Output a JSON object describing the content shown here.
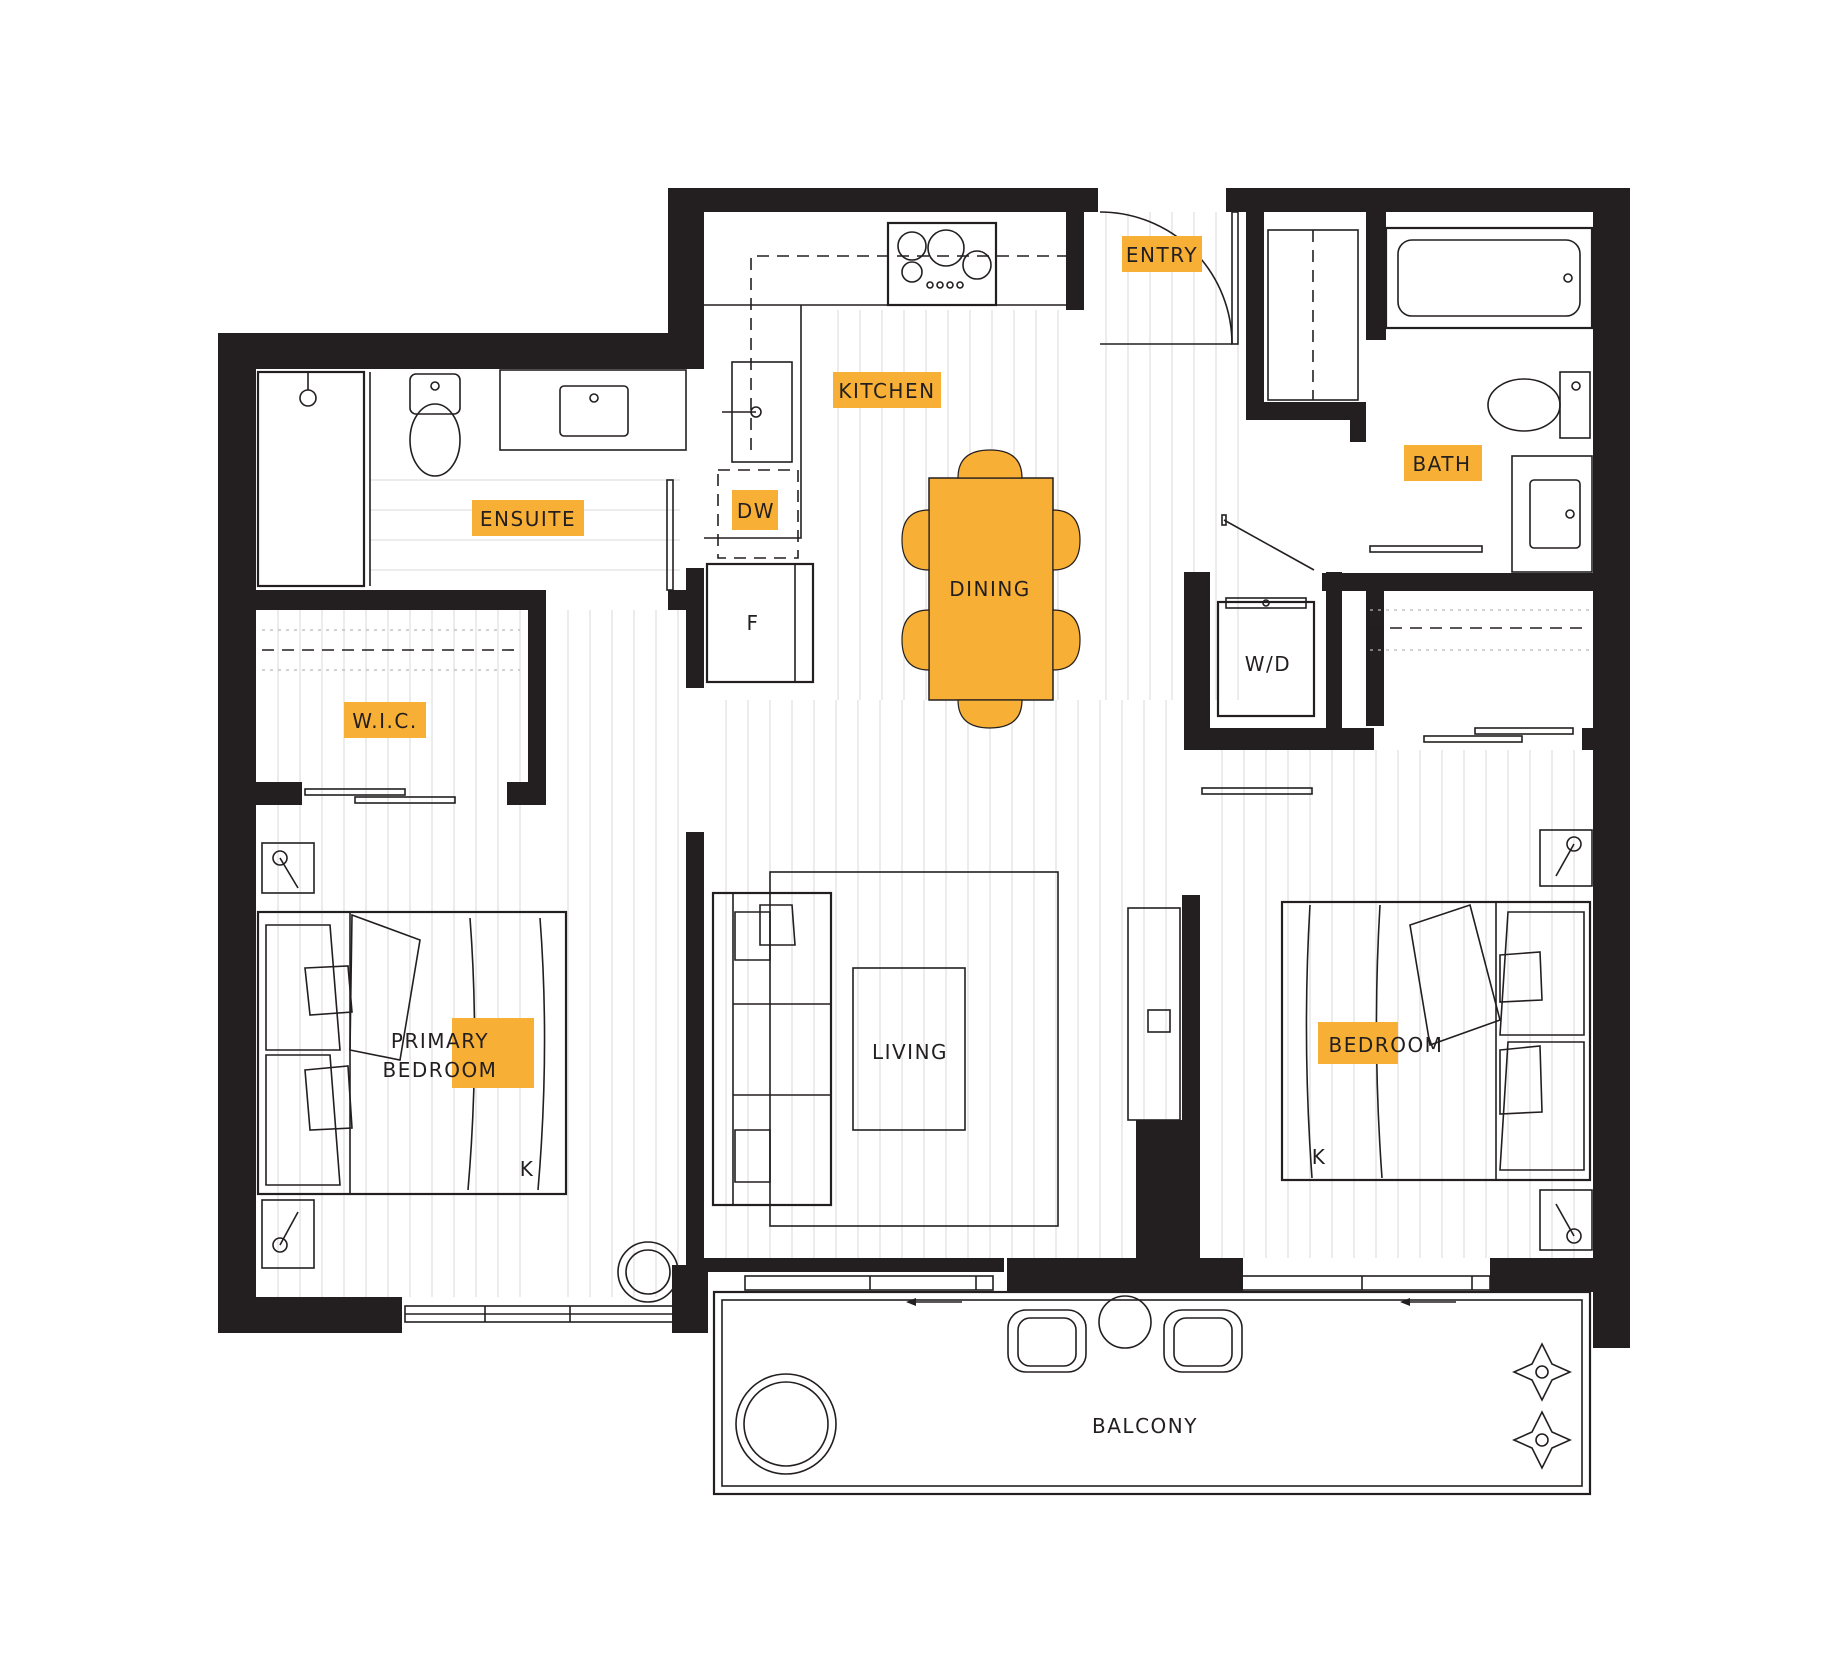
{
  "rooms": {
    "entry": "ENTRY",
    "kitchen": "KITCHEN",
    "ensuite": "ENSUITE",
    "dw": "DW",
    "fridge": "F",
    "dining": "DINING",
    "bath": "BATH",
    "wd": "W/D",
    "wic": "W.I.C.",
    "primary_line1": "PRIMARY",
    "primary_line2": "BEDROOM",
    "living": "LIVING",
    "bedroom": "BEDROOM",
    "balcony": "BALCONY",
    "king_left": "K",
    "king_right": "K"
  },
  "colors": {
    "wall": "#231f20",
    "highlight": "#f7b035",
    "background": "#ffffff"
  }
}
